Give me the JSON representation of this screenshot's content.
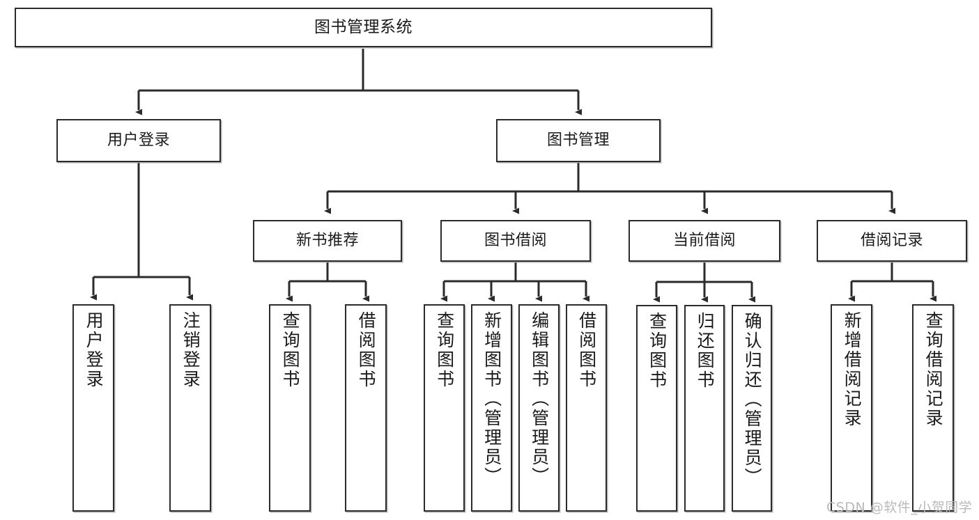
{
  "diagram": {
    "type": "hierarchy-tree",
    "title": "图书管理系统",
    "orientation": "top-down",
    "line_color": "#2b2b2b",
    "box_fill": "#ffffff",
    "text_color": "#1a1a1a",
    "levels": 4
  },
  "root": {
    "label": "图书管理系统"
  },
  "level2": [
    {
      "label": "用户登录"
    },
    {
      "label": "图书管理"
    }
  ],
  "level3": [
    {
      "label": "新书推荐"
    },
    {
      "label": "图书借阅"
    },
    {
      "label": "当前借阅"
    },
    {
      "label": "借阅记录"
    }
  ],
  "leaves": {
    "user_login": [
      {
        "label": "用户登录"
      },
      {
        "label": "注销登录"
      }
    ],
    "new_book_recommend": [
      {
        "label": "查询图书"
      },
      {
        "label": "借阅图书"
      }
    ],
    "book_borrow": [
      {
        "label": "查询图书"
      },
      {
        "label": "新增图书（管理员）"
      },
      {
        "label": "编辑图书（管理员）"
      },
      {
        "label": "借阅图书"
      }
    ],
    "current_borrow": [
      {
        "label": "查询图书"
      },
      {
        "label": "归还图书"
      },
      {
        "label": "确认归还（管理员）"
      }
    ],
    "borrow_record": [
      {
        "label": "新增借阅记录"
      },
      {
        "label": "查询借阅记录"
      }
    ]
  },
  "watermark": {
    "text": "CSDN @软件_小贺同学"
  }
}
